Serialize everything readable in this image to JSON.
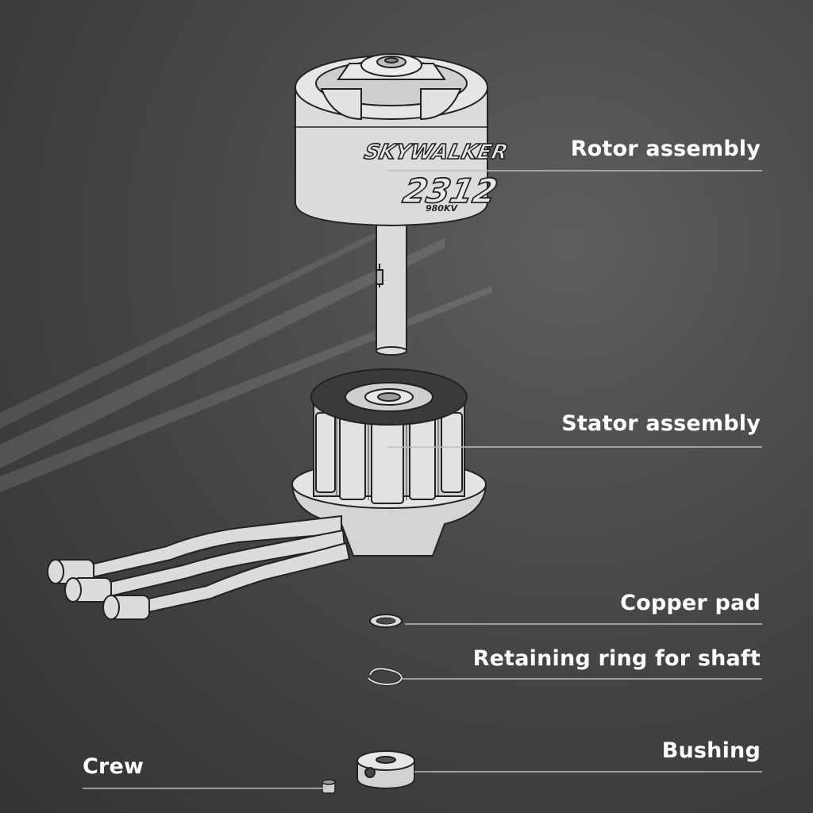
{
  "labels": {
    "rotor": "Rotor assembly",
    "stator": "Stator assembly",
    "copper_pad": "Copper pad",
    "retaining_ring": "Retaining ring for shaft",
    "bushing": "Bushing",
    "crew": "Crew"
  },
  "motor_markings": {
    "brand": "SKYWALKER",
    "model": "2312",
    "kv": "980KV"
  },
  "colors": {
    "background": "#474747",
    "part_fill": "#dcdcdc",
    "part_stroke": "#222222",
    "label_text": "#ffffff",
    "leader_line": "#bdbdbd"
  }
}
